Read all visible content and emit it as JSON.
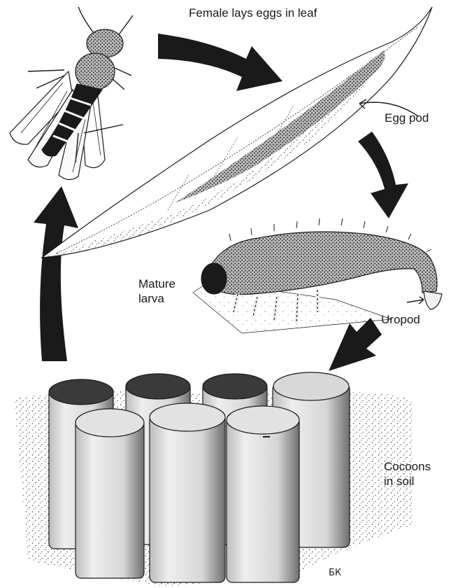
{
  "labels": {
    "female_lays_eggs": "Female lays eggs in leaf",
    "egg_pod": "Egg pod",
    "mature_larva": "Mature\nlarva",
    "uropod": "Uropod",
    "cocoons": "Cocoons\nin soil"
  },
  "artist_mark": "БК",
  "colors": {
    "ink": "#1a1a1a",
    "background": "#ffffff",
    "stipple": "#4a4a4a"
  }
}
